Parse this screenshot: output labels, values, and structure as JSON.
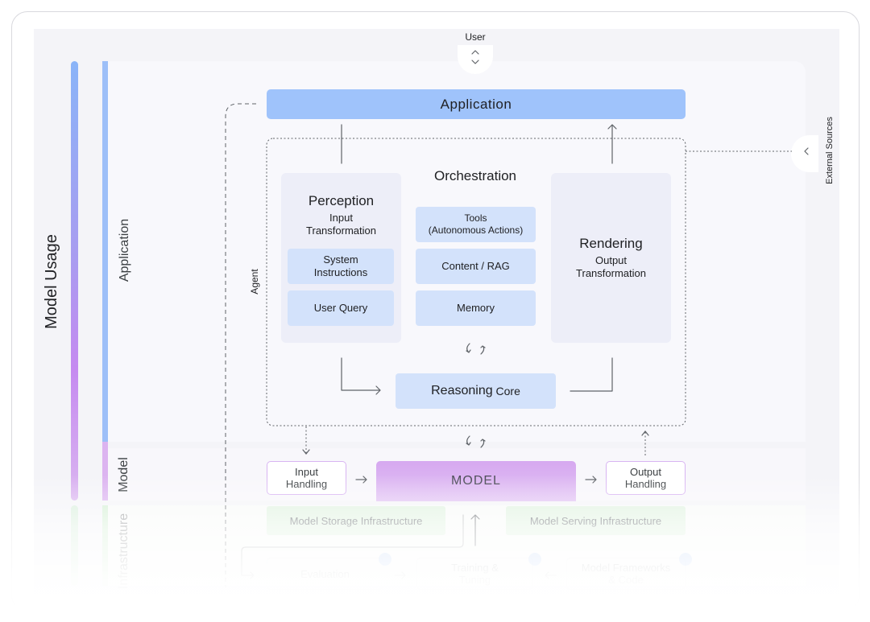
{
  "top": {
    "user_label": "User"
  },
  "side": {
    "model_usage": "Model Usage",
    "application": "Application",
    "model": "Model",
    "infrastructure": "Infrastructure"
  },
  "external_sources": "External Sources",
  "agent_label": "Agent",
  "application_bar": "Application",
  "orchestration": {
    "title": "Orchestration",
    "items": [
      "Tools\n(Autonomous Actions)",
      "Content / RAG",
      "Memory"
    ]
  },
  "perception": {
    "title": "Perception",
    "subtitle": "Input\nTransformation",
    "items": [
      "System\nInstructions",
      "User Query"
    ]
  },
  "rendering": {
    "title": "Rendering",
    "subtitle": "Output\nTransformation"
  },
  "reasoning": {
    "bold": "Reasoning",
    "rest": " Core"
  },
  "model_row": {
    "input_handling": "Input\nHandling",
    "model": "MODEL",
    "output_handling": "Output\nHandling"
  },
  "infra": {
    "storage": "Model Storage Infrastructure",
    "serving": "Model Serving Infrastructure",
    "evaluation": "Evaluation",
    "training": "Training &\nTuning",
    "frameworks": "Model Frameworks\n& Code"
  },
  "colors": {
    "application_blue": "#9fc3fb",
    "light_blue": "#d3e2fb",
    "model_purple": "#d6a8f0",
    "infra_green": "#ddf1dd"
  }
}
